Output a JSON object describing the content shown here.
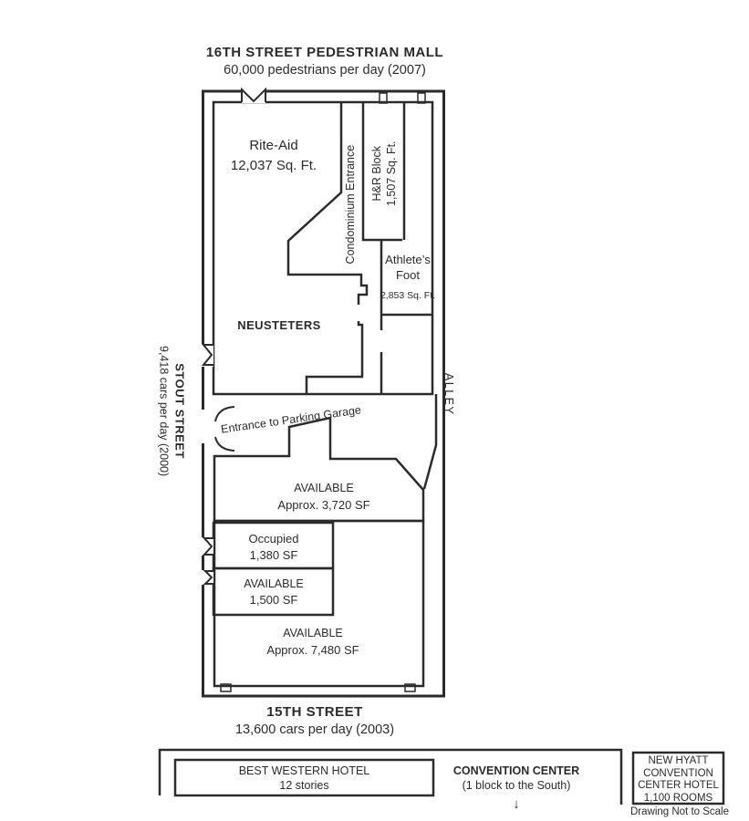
{
  "colors": {
    "room_blue": "#c5e3f1",
    "available_peach": "#fbdcb3",
    "plan_gray": "#d2d2d2",
    "legend_gray": "#b5b5b5",
    "wall": "#2b2b2b"
  },
  "streets": {
    "north": {
      "name": "16TH STREET PEDESTRIAN MALL",
      "traffic": "60,000 pedestrians per day (2007)"
    },
    "west": {
      "name": "STOUT STREET",
      "traffic": "9,418 cars per day (2000)"
    },
    "east": {
      "name": "ALLEY"
    },
    "south": {
      "name": "15TH STREET",
      "traffic": "13,600 cars per day (2003)"
    }
  },
  "tenants": {
    "rite_aid": {
      "name": "Rite-Aid",
      "size": "12,037 Sq. Ft."
    },
    "condo": {
      "name": "Condominium Entrance"
    },
    "hr_block": {
      "name": "H&R Block",
      "size": "1,507 Sq. Ft."
    },
    "athletes_foot": {
      "name": "Athlete’s Foot",
      "size": "2,853 Sq. Ft."
    },
    "neusteters": {
      "name": "NEUSTETERS"
    },
    "garage": {
      "name": "Entrance to Parking Garage"
    },
    "available_3720": {
      "status": "AVAILABLE",
      "size": "Approx. 3,720 SF"
    },
    "occupied_1380": {
      "status": "Occupied",
      "size": "1,380 SF"
    },
    "available_1500": {
      "status": "AVAILABLE",
      "size": "1,500 SF"
    },
    "available_7480": {
      "status": "AVAILABLE",
      "size": "Approx. 7,480 SF"
    }
  },
  "legend": {
    "best_western": {
      "line1": "BEST WESTERN HOTEL",
      "line2": "12 stories"
    },
    "convention": {
      "line1": "CONVENTION CENTER",
      "line2": "(1 block to the South)",
      "arrow": "↓"
    },
    "hyatt": {
      "line1": "NEW HYATT",
      "line2": "CONVENTION",
      "line3": "CENTER HOTEL",
      "line4": "1,100 ROOMS"
    },
    "note": "Drawing Not to Scale"
  }
}
